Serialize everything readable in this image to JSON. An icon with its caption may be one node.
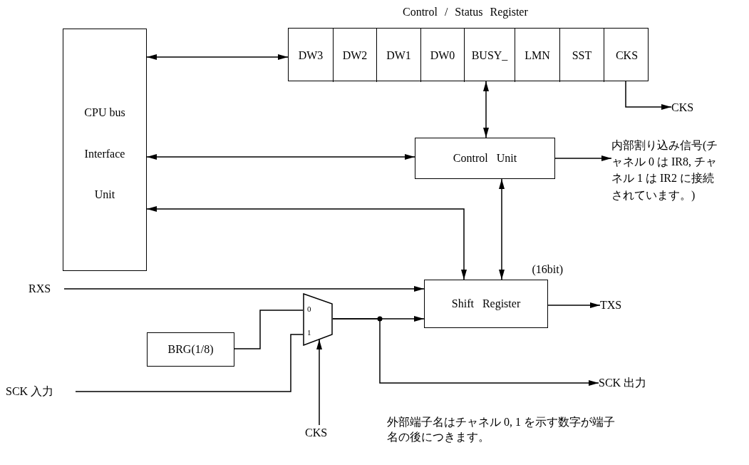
{
  "diagram": {
    "nodes": [
      {
        "text": [
          "CPU bus",
          "Interface",
          "Unit"
        ]
      },
      {
        "text": [
          "Control / Status Register"
        ]
      },
      {
        "text": [
          "DW3"
        ],
        "in": 1
      },
      {
        "text": [
          "DW2"
        ],
        "in": 1
      },
      {
        "text": [
          "DW1"
        ],
        "in": 1
      },
      {
        "text": [
          "DW0"
        ],
        "in": 1
      },
      {
        "text": [
          "BUSY_"
        ],
        "in": 1
      },
      {
        "text": [
          "LMN"
        ],
        "in": 1
      },
      {
        "text": [
          "SST"
        ],
        "in": 1
      },
      {
        "text": [
          "CKS"
        ],
        "in": 1
      },
      {
        "text": [
          "Control Unit"
        ]
      },
      {
        "text": [
          "Shift Register"
        ],
        "beside": [
          "(16bit)"
        ]
      },
      {
        "text": [
          "BRG(1/8)"
        ]
      },
      {
        "text": [
          "0",
          "1"
        ]
      },
      {
        "text": [
          "CKS"
        ]
      },
      {
        "text": [
          "内部割り込み信号(チャネル 0 は IR8, チャネル 1 は IR2 に接続されています。)"
        ]
      },
      {
        "text": [
          "TXS"
        ]
      },
      {
        "text": [
          "RXS"
        ]
      },
      {
        "text": [
          "SCK 入力"
        ]
      },
      {
        "text": [
          "SCK 出力"
        ]
      },
      {
        "text": [
          "CKS"
        ]
      }
    ],
    "edges": [
      {
        "from": 0,
        "to": 1,
        "arrow": "both"
      },
      {
        "from": 1,
        "to": 10,
        "arrow": "both"
      },
      {
        "from": 9,
        "to": 14,
        "arrow": "to"
      },
      {
        "from": 0,
        "to": 10,
        "arrow": "both"
      },
      {
        "from": 0,
        "to": 11,
        "arrow": "both"
      },
      {
        "from": 10,
        "to": 11,
        "arrow": "both"
      },
      {
        "from": 10,
        "to": 15,
        "arrow": "to"
      },
      {
        "from": 17,
        "to": 11,
        "arrow": "to"
      },
      {
        "from": 12,
        "to": 13,
        "arrow": "none"
      },
      {
        "from": 18,
        "to": 13,
        "arrow": "none"
      },
      {
        "from": 20,
        "to": 13,
        "arrow": "to"
      },
      {
        "from": 13,
        "to": 11,
        "arrow": "to"
      },
      {
        "from": 13,
        "to": 19,
        "arrow": "to"
      },
      {
        "from": 11,
        "to": 16,
        "arrow": "to"
      }
    ],
    "labels": [
      "外部端子名はチャネル 0, 1 を示す数字が端子名の後につきます。"
    ]
  }
}
